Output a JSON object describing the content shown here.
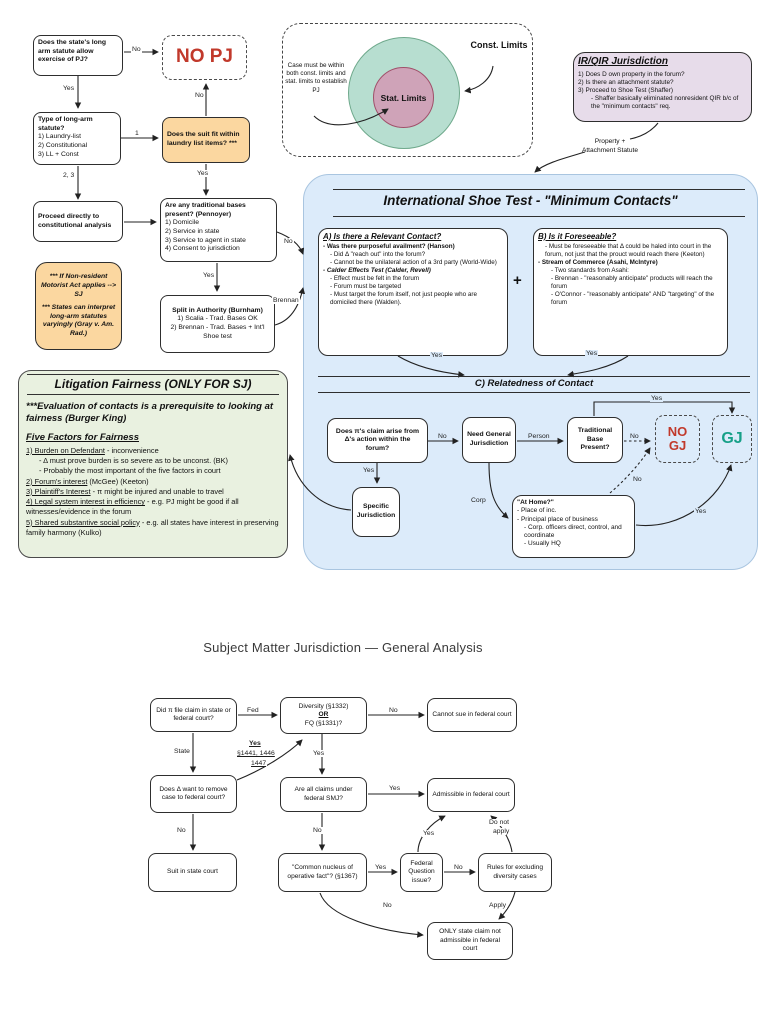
{
  "colors": {
    "no_pj_red": "#c1392b",
    "gj_green": "#17a088",
    "blue_panel": "#dcebfa",
    "green_panel": "#e9f1e0",
    "orange_box": "#fbd7a0",
    "lavender_box": "#e7dcea",
    "venn_outer": "#b7ded0",
    "venn_inner": "#cfa3b8"
  },
  "pj": {
    "q_longarm": "Does the state's long arm statute allow exercise of PJ?",
    "no_pj": "NO PJ",
    "q_type_title": "Type of long-arm statute?",
    "q_type_items": [
      "1) Laundry-list",
      "2) Constitutional",
      "3) LL + Const"
    ],
    "q_laundry": "Does the suit fit within laundry list items? ***",
    "proceed": "Proceed directly to constitutional analysis",
    "pennoyer_title": "Are any traditional bases present? (Pennoyer)",
    "pennoyer_items": [
      "1) Domicile",
      "2) Service in state",
      "3) Service to agent in state",
      "4) Consent to jurisdiction"
    ],
    "note1": "*** If Non-resident Motorist Act applies --> SJ",
    "note2": "*** States can interpret long-arm statutes varyingly (Gray v. Am. Rad.)",
    "split_title": "Split in Authority (Burnham)",
    "split_items": [
      "1) Scalia - Trad. Bases OK",
      "2) Brennan - Trad. Bases + Int'l Shoe test"
    ],
    "labels": {
      "no1": "No",
      "yes1": "Yes",
      "one": "1",
      "no2": "No",
      "two_three": "2, 3",
      "yes2": "Yes",
      "no3": "No",
      "yes3": "Yes",
      "brennan": "Brennan"
    }
  },
  "venn": {
    "note": "Case must be within both const. limits and stat. limits to establish PJ",
    "outer_label": "Const. Limits",
    "inner_label": "Stat. Limits"
  },
  "irqir": {
    "title": "IR/QIR Jurisdiction",
    "lines": [
      "1) Does D own property in the forum?",
      "2) Is there an attachment statute?",
      "3) Proceed to Shoe Test (Shaffer)",
      "- Shaffer basically eliminated nonresident QIR b/c of the \"minimum contacts\" req."
    ],
    "property_label_1": "Property +",
    "property_label_2": "Attachment Statute"
  },
  "shoe": {
    "title": "International Shoe Test - \"Minimum Contacts\"",
    "plus": "+",
    "boxA": {
      "title": "A) Is there a Relevant Contact?",
      "lines": [
        "- Was there purposeful availment? (Hanson)",
        "- Did Δ \"reach out\" into the forum?",
        "- Cannot be the unilateral action of a 3rd party (World-Wide)",
        "- Calder Effects Test (Calder, Revell)",
        "- Effect must be felt in the forum",
        "- Forum must be targeted",
        "- Must target the forum itself, not just people who are domiciled there (Walden)."
      ]
    },
    "boxB": {
      "title": "B) Is it Foreseeable?",
      "lines": [
        "- Must be foreseeable that Δ could be haled into court in the forum, not just that the prouct would reach there (Keeton)",
        "- Stream of Commerce (Asahi, McIntyre)",
        "- Two standards from Asahi:",
        "- Brennan - \"reasonably anticipate\" products will reach the forum",
        "- O'Connor - \"reasonably anticipate\" AND \"targeting\" of the forum"
      ]
    },
    "sectionC": "C) Relatedness of Contact",
    "claim_arise": "Does π's claim arise from Δ's action within the forum?",
    "need_gj": "Need General Jurisdiction",
    "trad_base": "Traditional Base Present?",
    "no_gj": "NO GJ",
    "gj": "GJ",
    "specific": "Specific Jurisdiction",
    "at_home_title": "\"At Home?\"",
    "at_home_lines": [
      "- Place of inc.",
      "- Principal place of business",
      "- Corp. officers direct, control, and coordinate",
      "- Usually HQ"
    ],
    "labels": {
      "yesA": "Yes",
      "yesB": "Yes",
      "no": "No",
      "person": "Person",
      "no_dash": "No",
      "yes_top": "Yes",
      "yes_sj": "Yes",
      "corp": "Corp",
      "no_home": "No",
      "yes_home": "Yes"
    }
  },
  "fairness": {
    "title": "Litigation Fairness (ONLY FOR SJ)",
    "note": "***Evaluation of contacts is a prerequisite to looking at fairness (Burger King)",
    "subtitle": "Five Factors for Fairness",
    "items": [
      {
        "head": "1) Burden on Defendant",
        "rest": " - inconvenience"
      },
      {
        "head": "",
        "rest": "- Δ must prove burden is so severe as to be unconst. (BK)"
      },
      {
        "head": "",
        "rest": "- Probably the most important of the five factors in court"
      },
      {
        "head": "2) Forum's interest",
        "rest": " (McGee) (Keeton)"
      },
      {
        "head": "3) Plaintiff's Interest",
        "rest": " - π might be injured and unable to travel"
      },
      {
        "head": "4) Legal system interest in efficiency",
        "rest": " - e.g. PJ might be good if all witnesses/evidence in the forum"
      },
      {
        "head": "5) Shared substantive social policy",
        "rest": " - e.g. all states have interest in preserving family harmony (Kulko)"
      }
    ]
  },
  "smj": {
    "title": "Subject Matter Jurisdiction — General Analysis",
    "file_claim": "Did π file claim in state or federal court?",
    "diversity_l1": "Diversity (§1332)",
    "diversity_l2": "OR",
    "diversity_l3": "FQ (§1331)?",
    "cannot_sue": "Cannot sue in federal court",
    "remove": "Does Δ want to remove case to federal court?",
    "all_claims": "Are all claims under federal SMJ?",
    "admissible": "Admissible in federal court",
    "state_suit": "Suit in state court",
    "common_nucleus": "\"Common nucleus of operative fact\"? (§1367)",
    "fed_question": "Federal Question issue?",
    "rules_excluding": "Rules for excluding diversity cases",
    "only_state": "ONLY state claim not admissible in federal court",
    "labels": {
      "fed": "Fed",
      "no1": "No",
      "state": "State",
      "yes_remove": "Yes",
      "statutes": "§1441, 1446",
      "statutes2": "1447",
      "yes1": "Yes",
      "yes2": "Yes",
      "no2": "No",
      "no3": "No",
      "yes3": "Yes",
      "no4": "No",
      "yes_fq": "Yes",
      "do_not": "Do not",
      "apply_l": "apply",
      "apply": "Apply",
      "no5": "No"
    }
  }
}
